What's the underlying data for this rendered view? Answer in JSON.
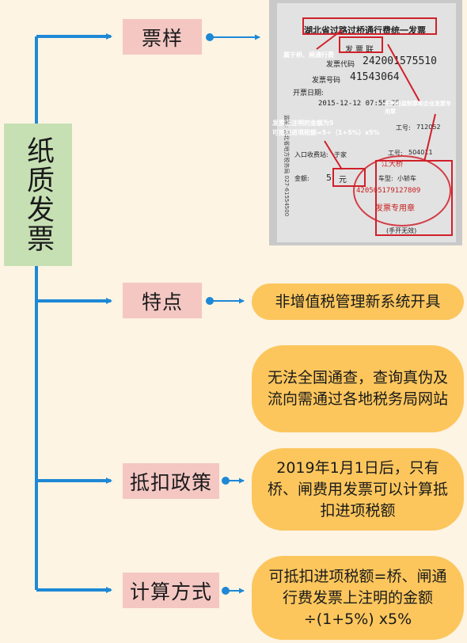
{
  "root": {
    "label": "纸质发票"
  },
  "branches": [
    {
      "id": "sample",
      "label": "票样"
    },
    {
      "id": "features",
      "label": "特点"
    },
    {
      "id": "policy",
      "label": "抵扣政策"
    },
    {
      "id": "calc",
      "label": "计算方式"
    }
  ],
  "leaves": {
    "feature1": "非增值税管理新系统开具",
    "feature2": "无法全国通查，查询真伪及流向需通过各地税务局网站",
    "policy": "2019年1月1日后，只有桥、闸费用发票可以计算抵扣进项税额",
    "calc": "可抵扣进项税额=桥、闸通行费发票上注明的金额÷(1+5%) x5%"
  },
  "receipt": {
    "title": "湖北省过路过桥通行费统一发票",
    "copy": "发票联",
    "code_label": "发票代码",
    "code": "242001575510",
    "number_label": "发票号码",
    "number": "41543064",
    "date_label": "开票日期:",
    "datetime": "2015-12-12 07:55:35",
    "worker_label": "工号:",
    "worker_no": "712052",
    "station_label": "入口收费站:",
    "station": "于家",
    "booth_label": "工号:",
    "booth_no": "504011",
    "amount_label": "金额:",
    "amount": "5",
    "amount_unit": "元",
    "car_label": "车型:",
    "car": "小轿车",
    "seal_number": "420505179127809",
    "seal_text": "发票专用章",
    "seal_arc": "江大桥",
    "handwritten": "(手开无效)",
    "side_print": "监制: 湖北省地方税务局 027-61554500",
    "note_toll": "属于桥、闸通行费",
    "note_tax": "税务局监制章和企业发票专用章",
    "note_amount_1": "发票上注明的金额为5",
    "note_amount_2": "可抵扣进项税额=5÷（1+5%）x5%"
  },
  "colors": {
    "background": "#fdf4e3",
    "root_fill": "#c6e0b4",
    "node_fill": "#f4c7c3",
    "pill_fill": "#fcc65d",
    "connector": "#1e88d6",
    "annotation_red": "#d0202a"
  }
}
